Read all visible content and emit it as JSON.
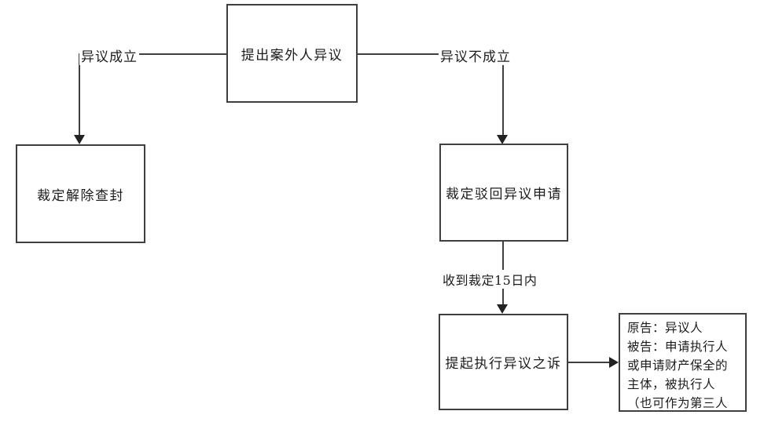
{
  "diagram": {
    "type": "flowchart",
    "colors": {
      "background": "#ffffff",
      "line": "#3f3f3f",
      "text": "#1c1c1c"
    },
    "nodes": {
      "raise_objection": "提出案外人异议",
      "lift_seizure": "裁定解除查封",
      "reject_objection": "裁定驳回异议申请",
      "file_lawsuit": "提起执行异议之诉",
      "parties_lines": [
        "原告：异议人",
        "被告：申请执行人",
        "或申请财产保全的",
        "主体，被执行人",
        "（也可作为第三人"
      ]
    },
    "edge_labels": {
      "established": "异议成立",
      "not_established": "异议不成立",
      "deadline": "收到裁定15日内"
    }
  }
}
